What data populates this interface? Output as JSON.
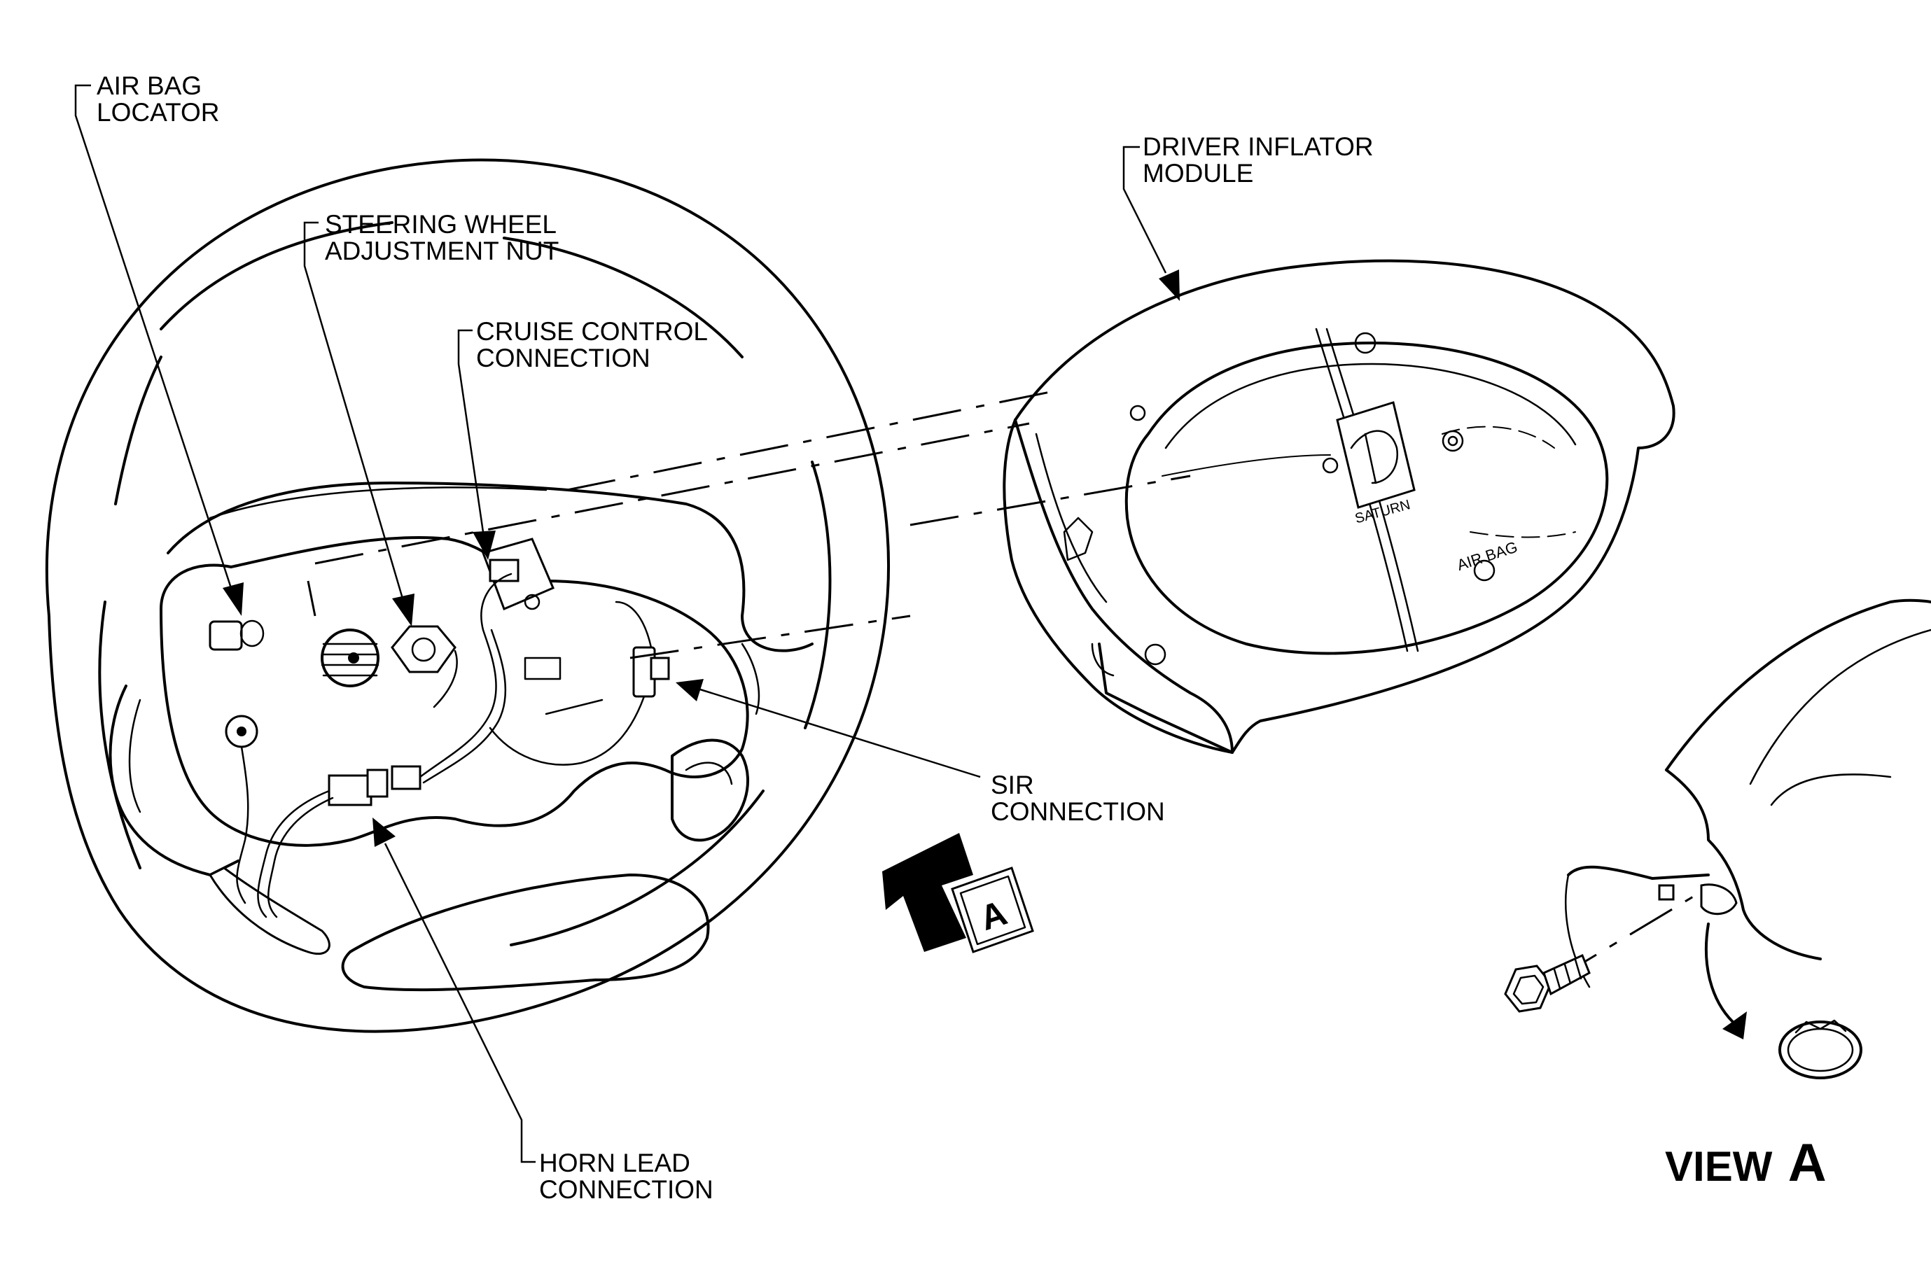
{
  "labels": {
    "air_bag_locator": [
      "AIR BAG",
      "LOCATOR"
    ],
    "steering_wheel_adjustment_nut": [
      "STEERING WHEEL",
      "ADJUSTMENT NUT"
    ],
    "cruise_control_connection": [
      "CRUISE CONTROL",
      "CONNECTION"
    ],
    "driver_inflator_module": [
      "DRIVER INFLATOR",
      "MODULE"
    ],
    "sir_connection": [
      "SIR",
      "CONNECTION"
    ],
    "horn_lead_connection": [
      "HORN LEAD",
      "CONNECTION"
    ]
  },
  "module_marks": {
    "brand": "SATURN",
    "air_bag": "AIR BAG"
  },
  "view_marker": {
    "letter": "A"
  },
  "view_a": {
    "word": "VIEW",
    "letter": "A"
  },
  "colors": {
    "ink": "#000000",
    "paper": "#ffffff"
  }
}
